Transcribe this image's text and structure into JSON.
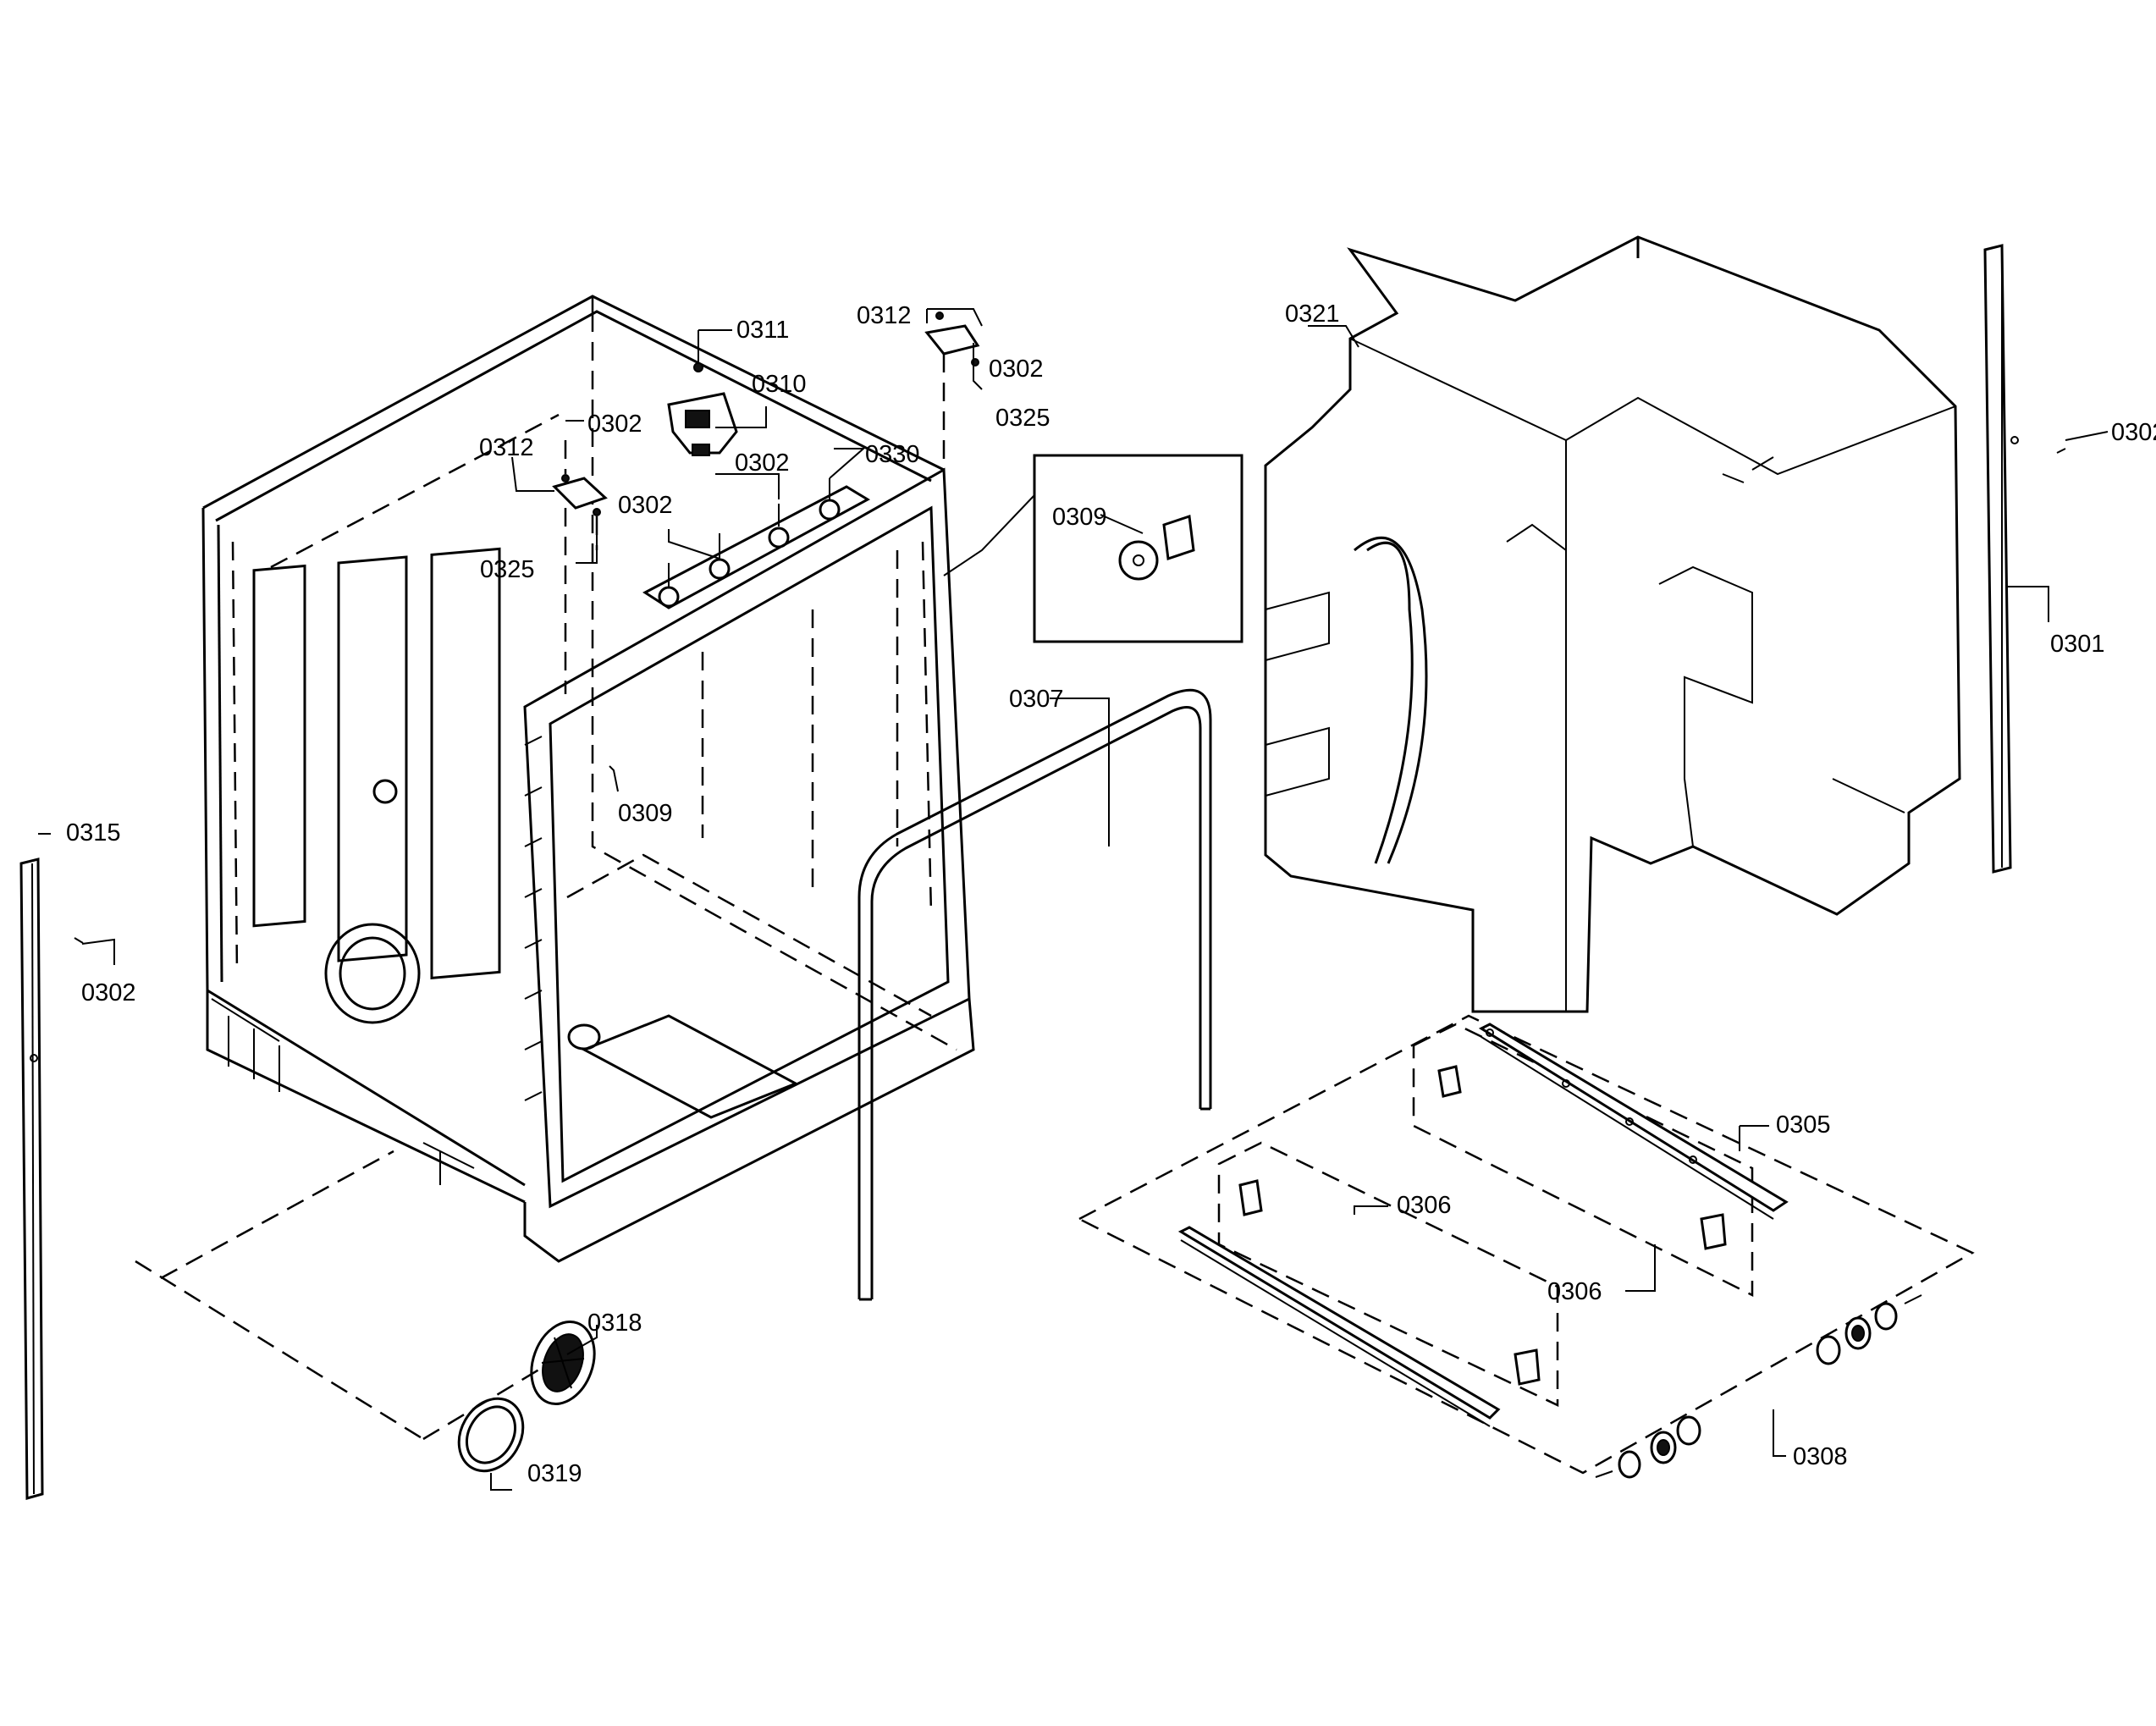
{
  "colors": {
    "ink": "#000000",
    "paper": "#ffffff"
  },
  "parts": {
    "p0301": "0301",
    "p0302": "0302",
    "p0305": "0305",
    "p0306": "0306",
    "p0307": "0307",
    "p0308": "0308",
    "p0309": "0309",
    "p0310": "0310",
    "p0311": "0311",
    "p0312": "0312",
    "p0315": "0315",
    "p0318": "0318",
    "p0319": "0319",
    "p0321": "0321",
    "p0325": "0325",
    "p0330": "0330"
  }
}
